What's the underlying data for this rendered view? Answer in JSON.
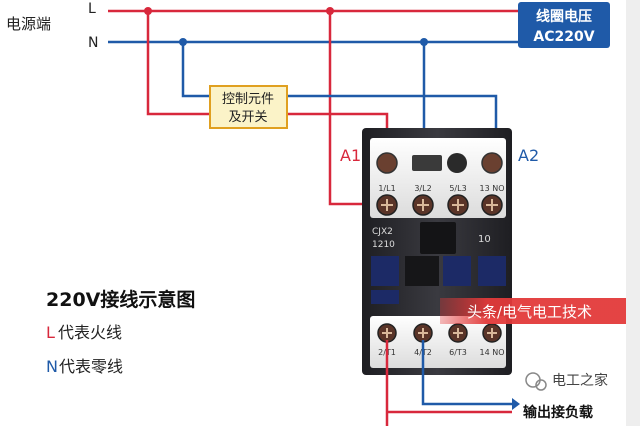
{
  "source": {
    "label": "电源端",
    "line_L": "L",
    "line_N": "N"
  },
  "coil_voltage": {
    "line1": "线圈电压",
    "line2": "AC220V"
  },
  "control": {
    "line1": "控制元件",
    "line2": "及开关"
  },
  "coil_terminals": {
    "a1": "A1",
    "a2": "A2"
  },
  "contactor": {
    "top_labels": [
      "1/L1",
      "3/L2",
      "5/L3",
      "13 NO"
    ],
    "model_line1": "CJX2",
    "model_line2": "1210",
    "rating": "10",
    "bottom_labels": [
      "2/T1",
      "4/T2",
      "6/T3",
      "14 NO"
    ]
  },
  "legend": {
    "title": "220V接线示意图",
    "l_letter": "L",
    "l_text": "代表火线",
    "n_letter": "N",
    "n_text": "代表零线"
  },
  "watermark": {
    "banner": "头条/电气电工技术",
    "brand": "电工之家"
  },
  "output_label": "输出接负载",
  "colors": {
    "live": "#d8283c",
    "neutral": "#1f5aa8",
    "body": "#2c2c30",
    "coil_box": "#1f5aa8",
    "control_fill": "#fbf3c8",
    "control_border": "#e0a020",
    "banner": "#e23a3a"
  }
}
